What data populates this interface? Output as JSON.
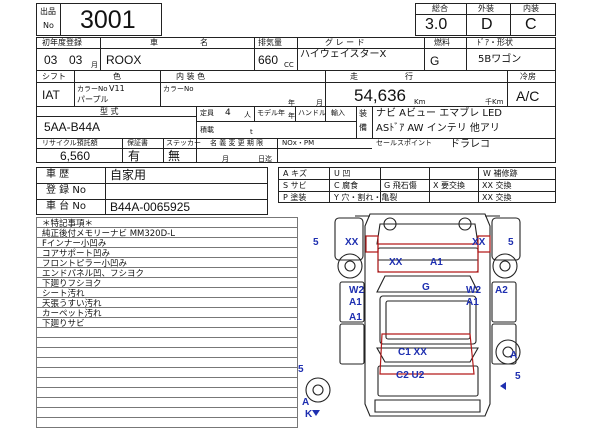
{
  "header": {
    "lot_label_top": "出品",
    "lot_label_bottom": "No",
    "lot_number": "3001",
    "grade_labels": [
      "総合",
      "外装",
      "内装"
    ],
    "grade_values": [
      "3.0",
      "D",
      "C"
    ]
  },
  "row1": {
    "labels": [
      "初年度登録",
      "車",
      "名",
      "排気量",
      "グ レ ー ド",
      "燃料",
      "ﾄﾞｱ・形状"
    ],
    "year": "03",
    "month": "03",
    "month_unit": "月",
    "model_name": "ROOX",
    "displacement": "660",
    "cc_unit": "CC",
    "grade": "ハイウェイスターX",
    "fuel": "G",
    "body_type": "5Bワゴン"
  },
  "row2": {
    "labels": [
      "シフト",
      "色",
      "内 装 色",
      "走",
      "行",
      "冷房"
    ],
    "shift": "IAT",
    "color_no_label": "カラーNo",
    "color_no": "V11",
    "color": "パープル",
    "interior_color_no_label": "カラーNo",
    "year_unit": "年",
    "month_unit": "月",
    "mileage": "54,636",
    "km_unit": "Km",
    "thousand_km_unit": "千Km",
    "ac": "A/C"
  },
  "row3": {
    "model_type_label": "型 式",
    "model_type": "5AA-B44A",
    "capacity_label": "定員",
    "capacity": "4",
    "capacity_unit": "人",
    "model_year_label": "モデル年",
    "model_year_unit": "年",
    "handle_label": "ハンドル",
    "import_label": "輸入",
    "load_label": "積載",
    "load_unit": "t",
    "equipment_label_top": "装",
    "equipment_label_bottom": "備",
    "equipment_line1": "ナビ Aビュー エマブレ LED",
    "equipment_line2": "ASﾄﾞｱ AW インテリ 他アリ"
  },
  "row4": {
    "labels": [
      "リサイクル預託額",
      "保証書",
      "ステッカー",
      "名 義 変 更 期 限",
      "NOx・PM",
      "セールスポイント"
    ],
    "recycle_fee": "6,560",
    "warranty": "有",
    "sticker": "無",
    "deadline_units": [
      "月",
      "日迄"
    ],
    "sales_point": "ドラレコ"
  },
  "registration": {
    "history_label": "車 歴",
    "history": "自家用",
    "reg_no_label": "登 録 No",
    "chassis_label": "車 台 No",
    "chassis_no": "B44A-0065925"
  },
  "legend": [
    [
      "A キズ",
      "U 凹",
      "W 補修跡"
    ],
    [
      "S サビ",
      "C 腐食",
      "G 飛石傷",
      "X 要交換",
      "XX 交換"
    ],
    [
      "P 塗装",
      "Y 穴・割れ・亀裂",
      "XX 交換"
    ]
  ],
  "notes": {
    "title": "＊特記事項＊",
    "lines": [
      "純正後付メモリーナビ MM320D-L",
      "Fインナー小凹み",
      "コアサポート凹み",
      "フロントピラー小凹み",
      "エンドパネル凹、フシヨク",
      "下廻りフシヨク",
      "シート汚れ",
      "天張うすい汚れ",
      "カーペット汚れ",
      "下廻りサビ"
    ]
  },
  "diagram_marks": {
    "five_left_top": "5",
    "xx_left_top": "XX",
    "xx_right_top": "XX",
    "five_right_top": "5",
    "xx_hood": "XX",
    "a1_hood": "A1",
    "w2_left": "W2",
    "g_center": "G",
    "w2_right": "W2",
    "a2_right": "A2",
    "a1_left": "A1",
    "a1_right": "A1",
    "a1_left2": "A1",
    "c1_xx": "C1 XX",
    "a_right": "A",
    "five_bottom": "5",
    "c2_u2": "C2 U2",
    "five_left_bottom": "5",
    "a_left_bottom": "A",
    "k_bottom": "K"
  }
}
